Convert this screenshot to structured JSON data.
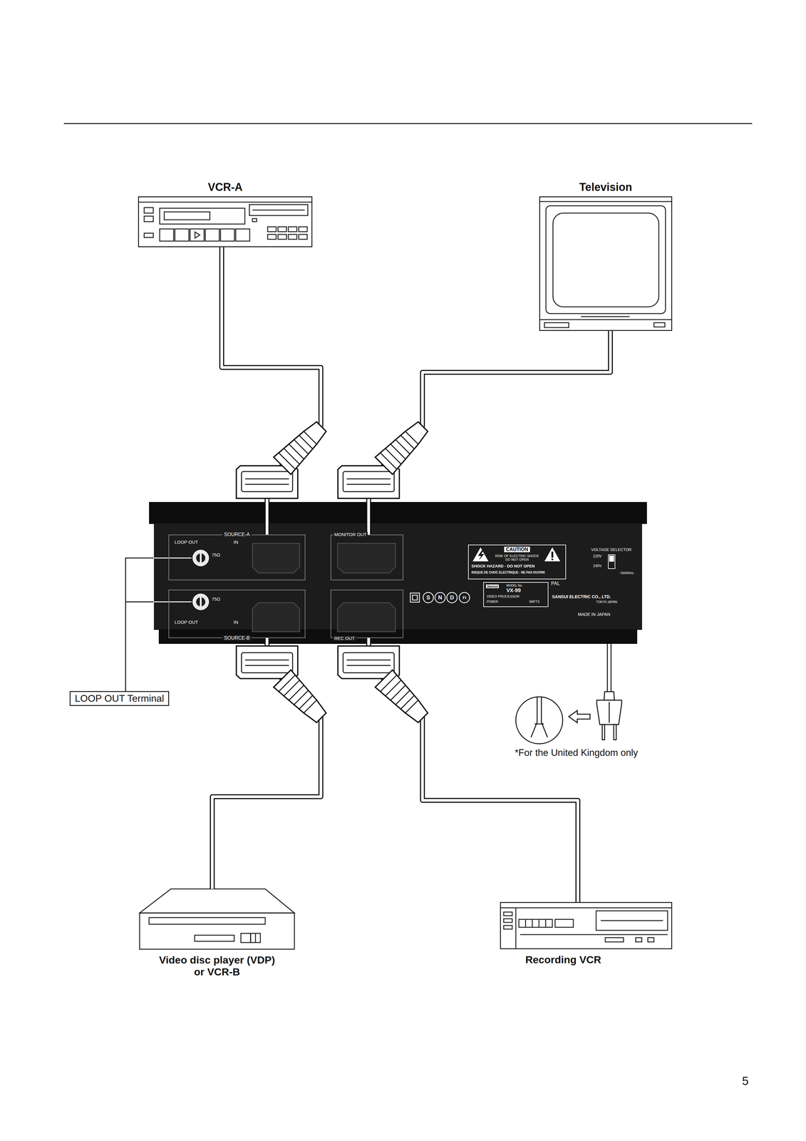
{
  "diagram": {
    "nodes": [
      {
        "text": [
          "VCR-A"
        ]
      },
      {
        "text": [
          "Television"
        ]
      },
      {
        "text": [
          "MADE IN JAPAN"
        ]
      },
      {
        "text": [
          "SOURCE-A",
          "LOOP OUT",
          "IN",
          "75Ω"
        ],
        "in": 2
      },
      {
        "text": [
          "MONITOR OUT"
        ],
        "in": 2
      },
      {
        "text": [
          "SOURCE-B",
          "LOOP OUT",
          "IN",
          "75Ω"
        ],
        "in": 2
      },
      {
        "text": [
          "REC OUT"
        ],
        "in": 2
      },
      {
        "text": [
          "LOOP OUT Terminal"
        ]
      },
      {
        "text": [
          "Video disc player (VDP) or VCR-B"
        ]
      },
      {
        "text": [
          "Recording VCR"
        ]
      }
    ],
    "edges": [
      {
        "from": 0,
        "to": 3,
        "arrow": "none"
      },
      {
        "from": 1,
        "to": 4,
        "arrow": "none"
      },
      {
        "from": 8,
        "to": 5,
        "arrow": "none"
      },
      {
        "from": 9,
        "to": 6,
        "arrow": "none"
      }
    ],
    "labels": [
      "CAUTION",
      "RISK OF ELECTRIC SHOCK DO NOT OPEN",
      "SHOCK HAZARD - DO NOT OPEN",
      "RISQUE DE CHOC ELECTRIQUE - NE PAS OUVRIR",
      "PAL",
      "Sansui",
      "MODEL No.",
      "VX-99",
      "VIDEO PROCESSOR",
      "POWER",
      "WATTS",
      "SANSUI ELECTRIC CO., LTD.",
      "TOKYO JAPAN",
      "VOLTAGE SELECTOR",
      "220V",
      "240V",
      "~50/60Hz",
      "S",
      "N",
      "D",
      "FI",
      "*For the United Kingdom only",
      "5"
    ]
  }
}
